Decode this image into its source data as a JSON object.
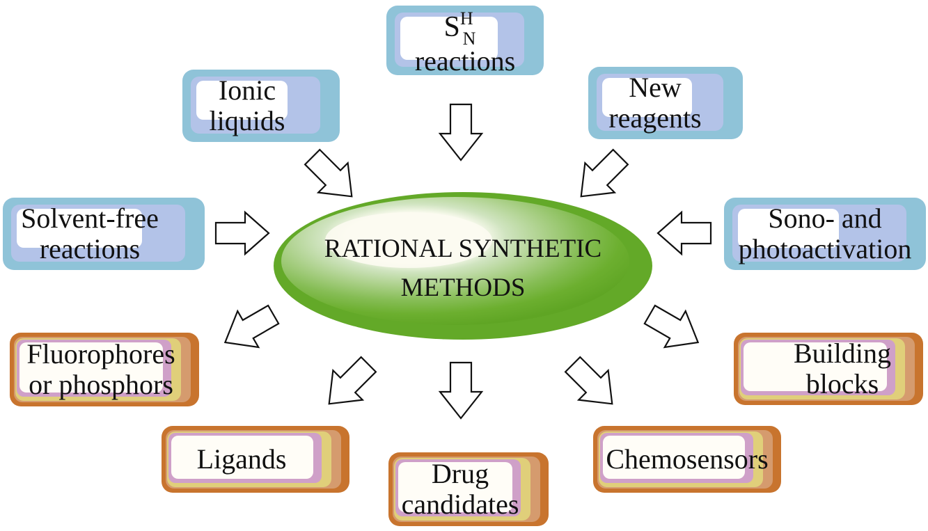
{
  "diagram": {
    "center": {
      "line1": "RATIONAL SYNTHETIC",
      "line2": "METHODS"
    },
    "inputs": {
      "sn_reactions": {
        "main": "S",
        "sup": "H",
        "sub": "N",
        "line2": "reactions"
      },
      "ionic_liquids": {
        "line1": "Ionic",
        "line2": "liquids"
      },
      "new_reagents": {
        "line1": "New",
        "line2": "reagents"
      },
      "solvent_free": {
        "line1": "Solvent-free",
        "line2": "reactions"
      },
      "sono_photo": {
        "line1": "Sono- and",
        "line2": "photoactivation"
      }
    },
    "outputs": {
      "fluorophores": {
        "line1": "Fluorophores",
        "line2": "or phosphors"
      },
      "ligands": {
        "line1": "Ligands"
      },
      "drug_candidates": {
        "line1": "Drug",
        "line2": "candidates"
      },
      "chemosensors": {
        "line1": "Chemosensors"
      },
      "building_blocks": {
        "line1": "Building",
        "line2": "blocks"
      }
    },
    "colors": {
      "input_outer": "#8fc3d8",
      "input_inner": "#b3c3e8",
      "output_outer": "#c8742e",
      "output_layers": [
        "#d59b6e",
        "#e0cf7a",
        "#cfa0c8"
      ],
      "center_green": "#6fb12f",
      "center_light": "#c8dfb8"
    }
  }
}
